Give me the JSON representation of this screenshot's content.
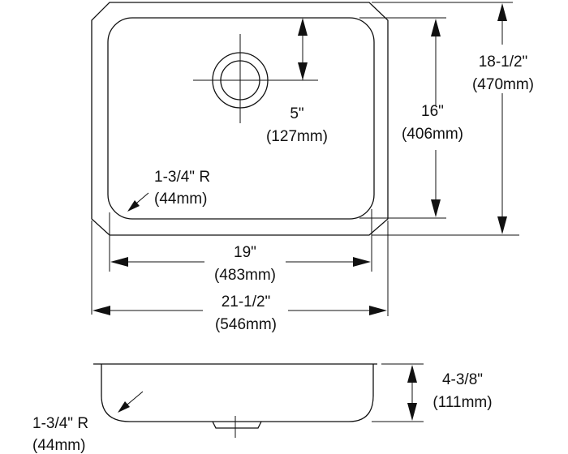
{
  "dimensions": {
    "drain_offset": {
      "imperial": "5\"",
      "metric": "(127mm)"
    },
    "bowl_front_to_back": {
      "imperial": "16\"",
      "metric": "(406mm)"
    },
    "overall_front_to_back": {
      "imperial": "18-1/2\"",
      "metric": "(470mm)"
    },
    "bowl_width": {
      "imperial": "19\"",
      "metric": "(483mm)"
    },
    "overall_width": {
      "imperial": "21-1/2\"",
      "metric": "(546mm)"
    },
    "corner_radius_top": {
      "imperial": "1-3/4\" R",
      "metric": "(44mm)"
    },
    "bowl_depth": {
      "imperial": "4-3/8\"",
      "metric": "(111mm)"
    },
    "corner_radius_side": {
      "imperial": "1-3/4\" R",
      "metric": "(44mm)"
    }
  }
}
